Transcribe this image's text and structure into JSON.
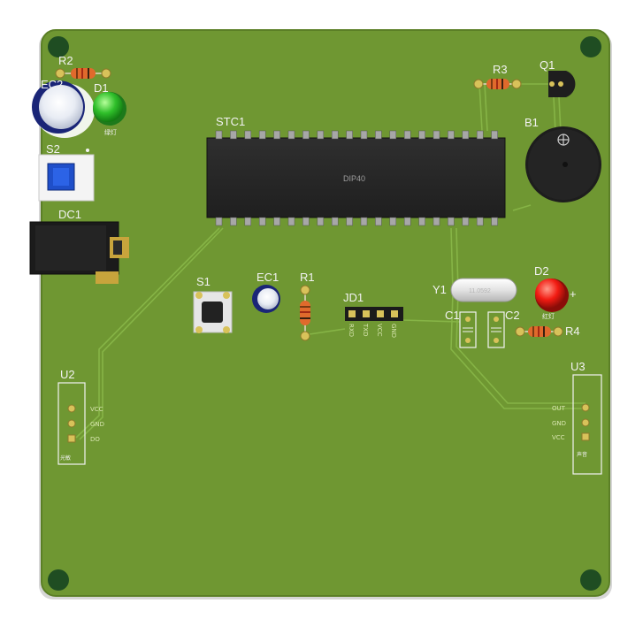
{
  "board": {
    "colors": {
      "pcb": "#6f9732",
      "pcb_edge": "#5b7f26",
      "pcb_shadow": "#d9d9d9",
      "hole": "#1f4d22",
      "trace": "#7fae3f",
      "silk": "#f2f2f2",
      "pad": "#d8c25a",
      "chip": "#262626"
    }
  },
  "labels": {
    "r2": "R2",
    "ec2": "EC2",
    "d1": "D1",
    "d1_sub": "绿灯",
    "s2": "S2",
    "dc1": "DC1",
    "stc1": "STC1",
    "chip_text": "DIP40",
    "r3": "R3",
    "q1": "Q1",
    "b1": "B1",
    "s1": "S1",
    "ec1": "EC1",
    "r1": "R1",
    "jd1": "JD1",
    "jd1_pins": [
      "RXD",
      "TXD",
      "VCC",
      "GND"
    ],
    "y1": "Y1",
    "y1_text": "11.0592",
    "d2": "D2",
    "d2_sub": "红灯",
    "c1": "C1",
    "c2": "C2",
    "r4": "R4",
    "u2": "U2",
    "u2_pins": [
      "VCC",
      "GND",
      "DO"
    ],
    "u2_sub": "光敏",
    "u3": "U3",
    "u3_pins": [
      "OUT",
      "GND",
      "VCC"
    ],
    "u3_sub": "声音"
  }
}
